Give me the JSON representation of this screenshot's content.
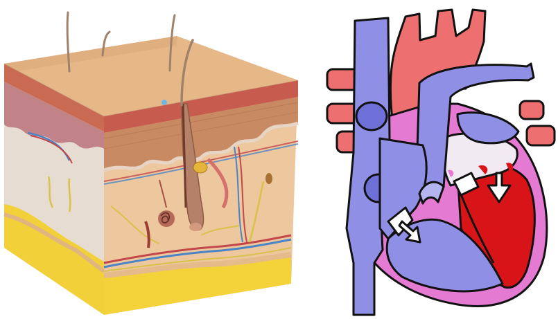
{
  "figure": {
    "panels": [
      {
        "name": "skin-cross-section",
        "subject": "skin-block",
        "layers": [
          "epidermis",
          "dermis",
          "subcutaneous-fat"
        ],
        "structures": [
          "hair-shafts",
          "hair-follicle",
          "sebaceous-gland",
          "sweat-gland",
          "blood-vessels",
          "nerves"
        ]
      },
      {
        "name": "heart-diagram",
        "subject": "heart",
        "structures": [
          "superior-vena-cava",
          "inferior-vena-cava",
          "aorta",
          "pulmonary-artery",
          "pulmonary-veins",
          "right-atrium",
          "right-ventricle",
          "left-atrium",
          "left-ventricle",
          "pericardium",
          "valves"
        ]
      }
    ],
    "colors": {
      "deoxygenated": "#8f8fe6",
      "oxygenated": "#ee6f6f",
      "ventricle_left": "#d81418",
      "pericardium": "#e47ad2",
      "skin_surface": "#e8b98a",
      "dermis": "#efc79a",
      "fat": "#f4d23a"
    }
  }
}
